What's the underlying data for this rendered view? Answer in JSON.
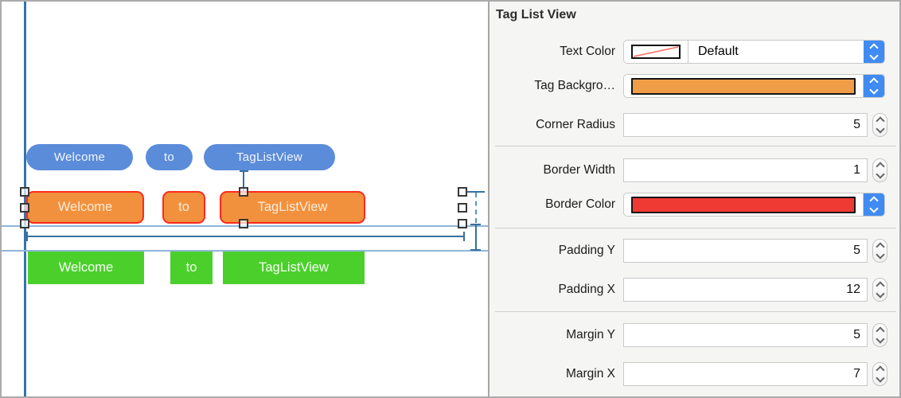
{
  "inspector": {
    "title": "Tag List View",
    "rows": {
      "text_color": {
        "label": "Text Color",
        "value": "Default"
      },
      "tag_background": {
        "label": "Tag Backgro…"
      },
      "corner_radius": {
        "label": "Corner Radius",
        "value": "5"
      },
      "border_width": {
        "label": "Border Width",
        "value": "1"
      },
      "border_color": {
        "label": "Border Color"
      },
      "padding_y": {
        "label": "Padding Y",
        "value": "5"
      },
      "padding_x": {
        "label": "Padding X",
        "value": "12"
      },
      "margin_y": {
        "label": "Margin Y",
        "value": "5"
      },
      "margin_x": {
        "label": "Margin X",
        "value": "7"
      }
    }
  },
  "canvas": {
    "rows": [
      {
        "style": "blue-pill",
        "tags": [
          "Welcome",
          "to",
          "TagListView"
        ]
      },
      {
        "style": "orange-selected",
        "tags": [
          "Welcome",
          "to",
          "TagListView"
        ]
      },
      {
        "style": "green-square",
        "tags": [
          "Welcome",
          "to",
          "TagListView"
        ]
      }
    ]
  },
  "colors": {
    "pill_blue": "#5b8cda",
    "tag_orange": "#f2913d",
    "tag_border_red": "#fb2b1e",
    "tag_green": "#4bd02b",
    "swatch_orange": "#f09d47",
    "swatch_red": "#ee3a32",
    "accent_blue": "#3f8bf2",
    "guide_blue": "#36719f"
  }
}
